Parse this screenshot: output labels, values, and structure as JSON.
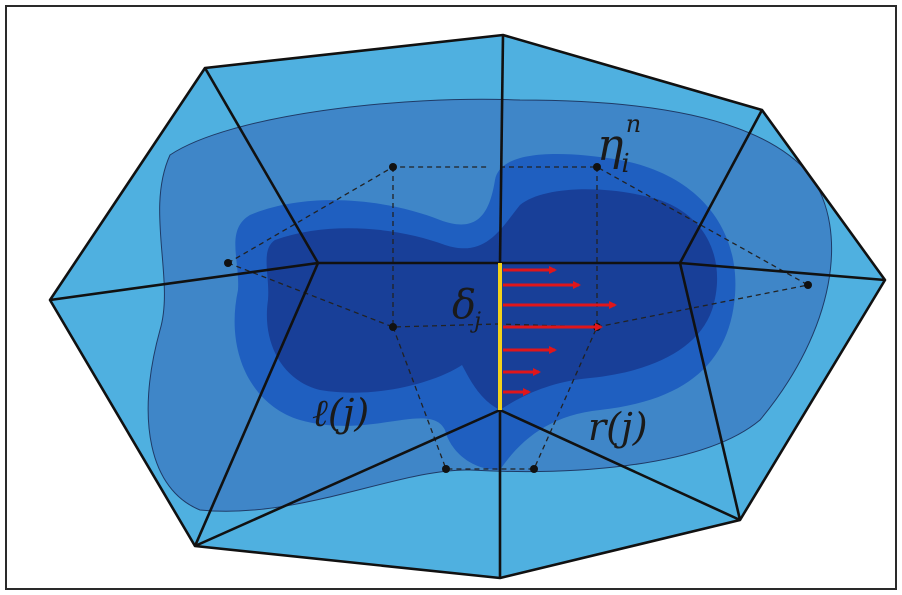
{
  "figure": {
    "labels": {
      "eta_base": "η",
      "eta_sub": "i",
      "eta_sup": "n",
      "delta_base": "δ",
      "delta_sub": "j",
      "left_cell": "ℓ(j)",
      "right_cell": "r(j)"
    },
    "colors": {
      "background": "#ffffff",
      "border": "#2a2a2a",
      "cell_fill": "#4fb0e0",
      "level_1": "#3f86c8",
      "level_2": "#1f5fc0",
      "level_3": "#183f98",
      "mesh_edge": "#111111",
      "dual_edge": "#222222",
      "interface_edge": "#f2d21b",
      "flux_arrow": "#e0161a"
    },
    "icons": {
      "flux_arrows": "red-arrow",
      "dual_nodes": "black-dot"
    }
  }
}
